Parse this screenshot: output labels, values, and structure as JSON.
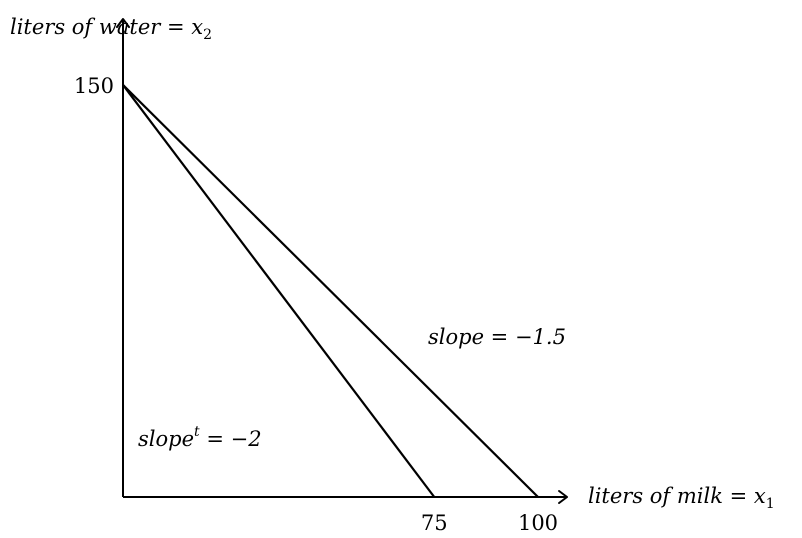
{
  "chart_data": {
    "type": "line",
    "xlabel": "liters of milk = x",
    "xlabel_sub": "1",
    "ylabel": "liters of water = x",
    "ylabel_sub": "2",
    "x_ticks": [
      "75",
      "100"
    ],
    "y_ticks": [
      "150"
    ],
    "series": [
      {
        "points": [
          [
            0,
            150
          ],
          [
            100,
            0
          ]
        ],
        "label": {
          "main": "slope = −1.5",
          "sup": ""
        }
      },
      {
        "points": [
          [
            0,
            150
          ],
          [
            75,
            0
          ]
        ],
        "label": {
          "main": "slope",
          "sup": "t",
          "rest": " = −2"
        }
      }
    ],
    "xlim": [
      0,
      107
    ],
    "ylim": [
      0,
      174
    ],
    "grid": false,
    "legend": "none"
  }
}
